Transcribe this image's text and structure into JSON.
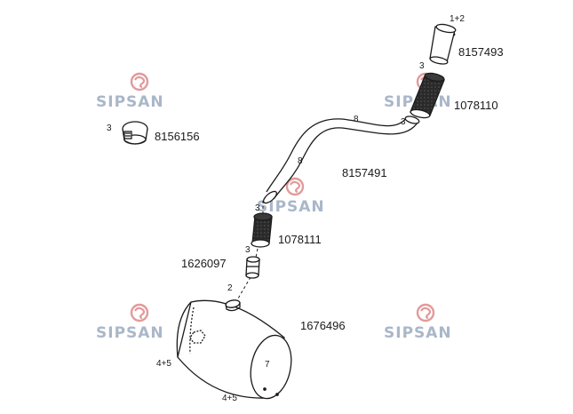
{
  "watermark": {
    "text": "SIPSAN",
    "text_color": "#aab7c9",
    "logo_color": "#e39a9a",
    "icon": "sipsan-logo-icon"
  },
  "parts": [
    {
      "id": "top-pipe",
      "part_number": "8157493",
      "qty": "1+2"
    },
    {
      "id": "upper-hose",
      "part_number": "1078110",
      "qty_top": "3",
      "qty_bottom": "3"
    },
    {
      "id": "clamp",
      "part_number": "8156156",
      "qty": "3"
    },
    {
      "id": "bent-pipe",
      "part_number": "8157491",
      "qty_a": "8",
      "qty_b": "8"
    },
    {
      "id": "lower-hose",
      "part_number": "1078111",
      "qty_top": "3",
      "qty_bottom": "3"
    },
    {
      "id": "adapter",
      "part_number": "1626097"
    },
    {
      "id": "muffler",
      "part_number": "1676496",
      "qty_inlet": "2",
      "qty_face": "7",
      "qty_left": "4+5",
      "qty_bottom": "4+5"
    }
  ]
}
